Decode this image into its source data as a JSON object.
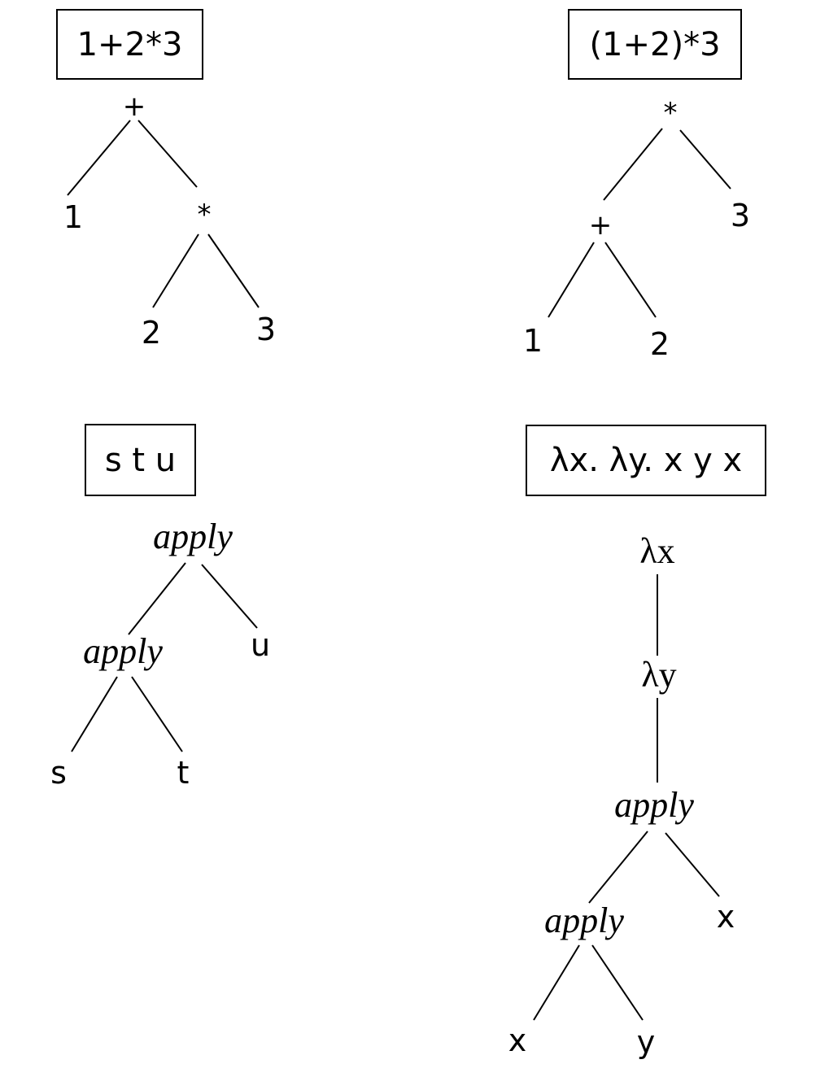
{
  "expressions": [
    "1+2*3",
    "(1+2)*3",
    "s t u",
    "λx. λy. x y x"
  ],
  "tree1": {
    "root": "+",
    "left": "1",
    "mul": "*",
    "mul_left": "2",
    "mul_right": "3"
  },
  "tree2": {
    "root": "*",
    "plus": "+",
    "right": "3",
    "plus_left": "1",
    "plus_right": "2"
  },
  "tree3": {
    "root": "apply",
    "inner": "apply",
    "right": "u",
    "inner_left": "s",
    "inner_right": "t"
  },
  "tree4": {
    "lambda_x": "λx",
    "lambda_y": "λy",
    "apply_outer": "apply",
    "apply_inner": "apply",
    "outer_right": "x",
    "inner_left": "x",
    "inner_right": "y"
  }
}
